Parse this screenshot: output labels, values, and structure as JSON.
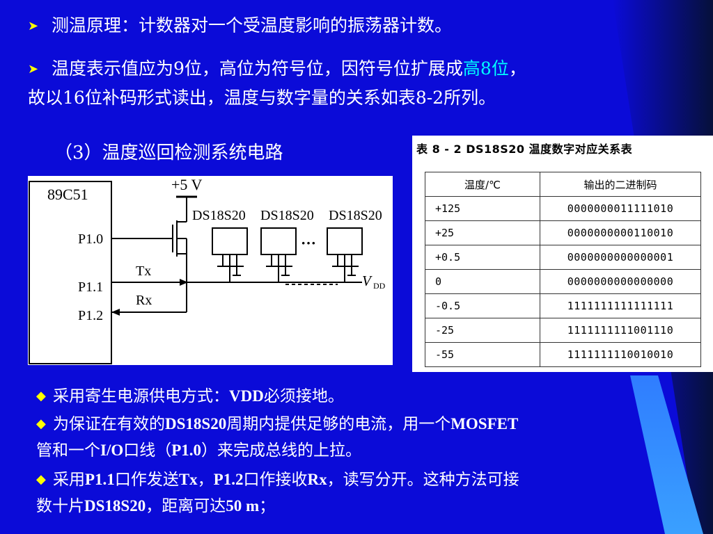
{
  "bullets_top": [
    {
      "text": "测温原理：计数器对一个受温度影响的振荡器计数。"
    },
    {
      "text_a": "温度表示值应为9位，高位为符号位，因符号位扩展成",
      "text_hl": "高8位",
      "text_b": "，",
      "line2": "故以16位补码形式读出，温度与数字量的关系如表8-2所列。"
    }
  ],
  "section_title": "（3）温度巡回检测系统电路",
  "circuit": {
    "mcu_label": "89C51",
    "vcc_label": "+5 V",
    "pins": [
      "P1.0",
      "P1.1",
      "P1.2"
    ],
    "signals": [
      "Tx",
      "Rx"
    ],
    "sensor_labels": [
      "DS18S20",
      "DS18S20",
      "DS18S20"
    ],
    "ellipsis": "···",
    "vdd_label": "V",
    "vdd_sub": "DD"
  },
  "table": {
    "title": "表 8 - 2  DS18S20 温度数字对应关系表",
    "headers": [
      "温度/℃",
      "输出的二进制码"
    ],
    "rows": [
      [
        "+125",
        "0000000011111010"
      ],
      [
        "+25",
        "0000000000110010"
      ],
      [
        "+0.5",
        "0000000000000001"
      ],
      [
        "0",
        "0000000000000000"
      ],
      [
        "-0.5",
        "1111111111111111"
      ],
      [
        "-25",
        "1111111111001110"
      ],
      [
        "-55",
        "1111111110010010"
      ]
    ]
  },
  "bullets_bottom": [
    {
      "a": "采用寄生电源供电方式：",
      "b": "VDD",
      "c": "必须接地。"
    },
    {
      "a": "为保证在有效的",
      "b": "DS18S20",
      "c": "周期内提供足够的电流，用一个",
      "d": "MOSFET",
      "line2a": "管和一个",
      "line2b": "I/O",
      "line2c": "口线（",
      "line2d": "P1.0",
      "line2e": "）来完成总线的上拉。"
    },
    {
      "a": "采用",
      "b": "P1.1",
      "c": "口作发送",
      "d": "Tx",
      "e": "，",
      "f": "P1.2",
      "g": "口作接收",
      "h": "Rx",
      "i": "，读写分开。这种方法可接",
      "line2a": "数十片",
      "line2b": "DS18S20",
      "line2c": "，距离可达",
      "line2d": "50 m",
      "line2e": "；"
    }
  ],
  "colors": {
    "background": "#0b0bd8",
    "accent_light": "#3399ff",
    "sidebar_dark": "#0a1a40",
    "bullet": "#ffff00",
    "highlight": "#00ffff"
  }
}
